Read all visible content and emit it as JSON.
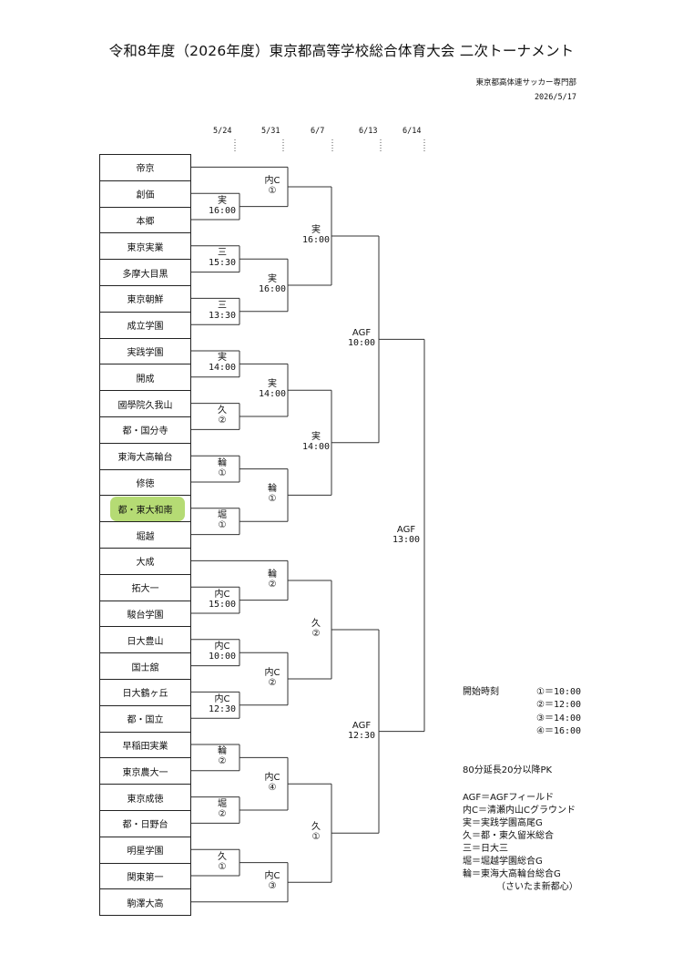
{
  "header": {
    "title": "令和8年度（2026年度）東京都高等学校総合体育大会 二次トーナメント",
    "organizer": "東京都高体連サッカー専門部",
    "date": "2026/5/17"
  },
  "round_dates": [
    "5/24",
    "5/31",
    "6/7",
    "6/13",
    "6/14"
  ],
  "teams": [
    "帝京",
    "創価",
    "本郷",
    "東京実業",
    "多摩大目黒",
    "東京朝鮮",
    "成立学園",
    "実践学園",
    "開成",
    "國學院久我山",
    "都・国分寺",
    "東海大高輪台",
    "修徳",
    "都・東大和南",
    "堀越",
    "大成",
    "拓大一",
    "駿台学園",
    "日大豊山",
    "国士舘",
    "日大鶴ヶ丘",
    "都・国立",
    "早稲田実業",
    "東京農大一",
    "東京成徳",
    "都・日野台",
    "明星学園",
    "関東第一",
    "駒澤大高"
  ],
  "highlighted_team": "都・東大和南",
  "matches": {
    "r1": [
      {
        "venue": "実",
        "time": "16:00"
      },
      {
        "venue": "三",
        "time": "15:30"
      },
      {
        "venue": "三",
        "time": "13:30"
      },
      {
        "venue": "実",
        "time": "14:00"
      },
      {
        "venue": "久",
        "time": "②"
      },
      {
        "venue": "輪",
        "time": "①"
      },
      {
        "venue": "堀",
        "time": "①"
      },
      {
        "venue": "内C",
        "time": "15:00"
      },
      {
        "venue": "内C",
        "time": "10:00"
      },
      {
        "venue": "内C",
        "time": "12:30"
      },
      {
        "venue": "輪",
        "time": "②"
      },
      {
        "venue": "堀",
        "time": "②"
      },
      {
        "venue": "久",
        "time": "①"
      }
    ],
    "r2": [
      {
        "venue": "内C",
        "time": "①"
      },
      {
        "venue": "実",
        "time": "16:00"
      },
      {
        "venue": "実",
        "time": "14:00"
      },
      {
        "venue": "輪",
        "time": "①"
      },
      {
        "venue": "輪",
        "time": "②"
      },
      {
        "venue": "内C",
        "time": "②"
      },
      {
        "venue": "内C",
        "time": "④"
      },
      {
        "venue": "内C",
        "time": "③"
      }
    ],
    "r3": [
      {
        "venue": "実",
        "time": "16:00"
      },
      {
        "venue": "実",
        "time": "14:00"
      },
      {
        "venue": "久",
        "time": "②"
      },
      {
        "venue": "久",
        "time": "①"
      }
    ],
    "r4": [
      {
        "venue": "AGF",
        "time": "10:00"
      },
      {
        "venue": "AGF",
        "time": "12:30"
      }
    ],
    "final": {
      "venue": "AGF",
      "time": "13:00"
    }
  },
  "legend": {
    "start_label": "開始時刻",
    "start_times": [
      "①＝10:00",
      "②＝12:00",
      "③＝14:00",
      "④＝16:00"
    ],
    "rule": "80分延長20分以降PK",
    "venues": [
      "AGF＝AGFフィールド",
      "内C＝清瀬内山Cグラウンド",
      "実＝実践学園高尾G",
      "久＝都・東久留米総合",
      "三＝日大三",
      "堀＝堀越学園総合G",
      "輪＝東海大高輪台総合G",
      "（さいたま新都心）"
    ]
  }
}
